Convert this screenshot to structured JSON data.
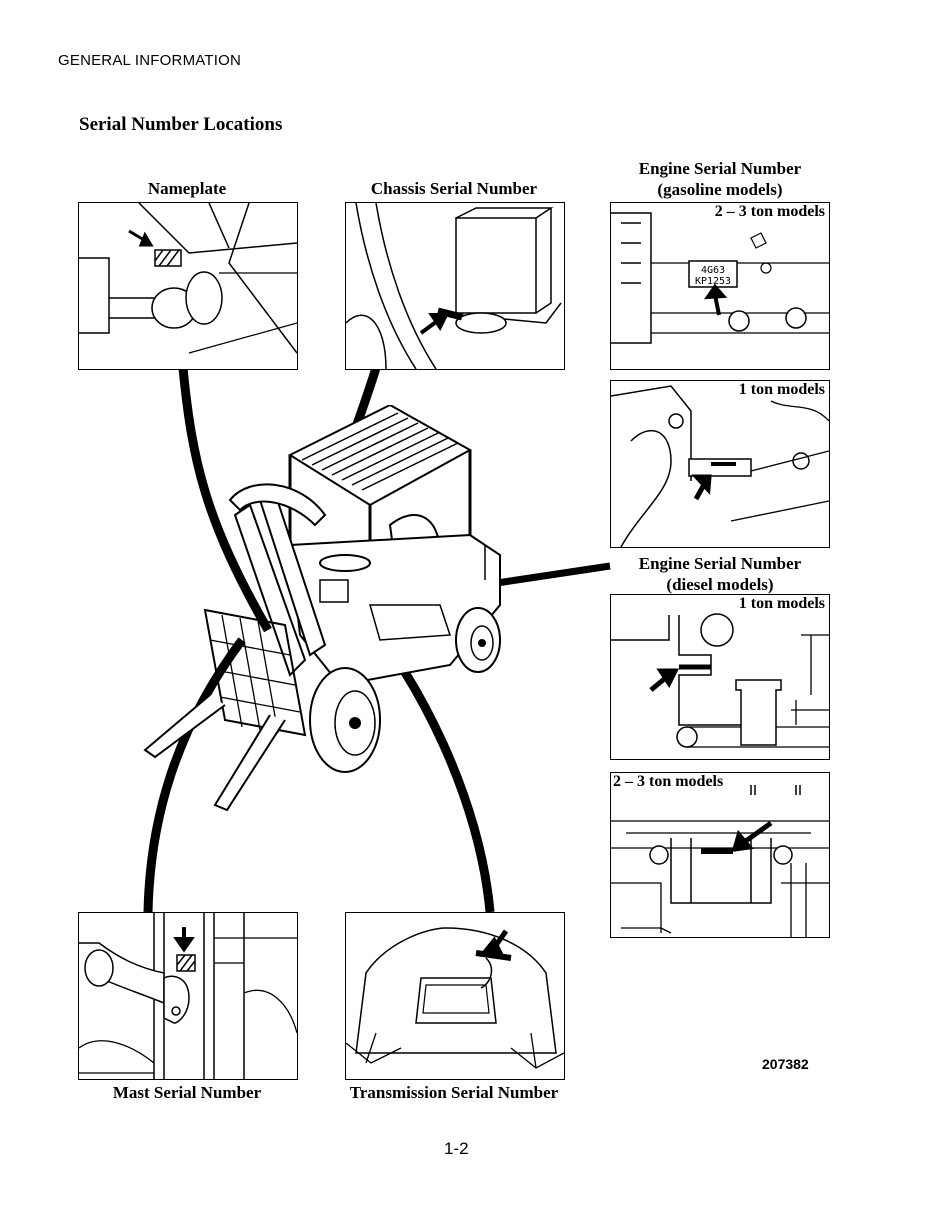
{
  "header": {
    "section": "GENERAL INFORMATION"
  },
  "title": "Serial Number Locations",
  "captions": {
    "nameplate": "Nameplate",
    "chassis": "Chassis Serial Number",
    "engine_gas_line1": "Engine Serial Number",
    "engine_gas_line2": "(gasoline models)",
    "engine_diesel_line1": "Engine Serial Number",
    "engine_diesel_line2": "(diesel models)",
    "mast": "Mast Serial Number",
    "transmission": "Transmission Serial Number"
  },
  "panel_tags": {
    "gas_2_3_ton": "2 – 3 ton models",
    "gas_1_ton": "1 ton models",
    "diesel_1_ton": "1 ton models",
    "diesel_2_3_ton": "2 – 3 ton models"
  },
  "engine_plate_text": {
    "line1": "4G63",
    "line2": "KP1253"
  },
  "figure_number": "207382",
  "page_number": "1-2"
}
